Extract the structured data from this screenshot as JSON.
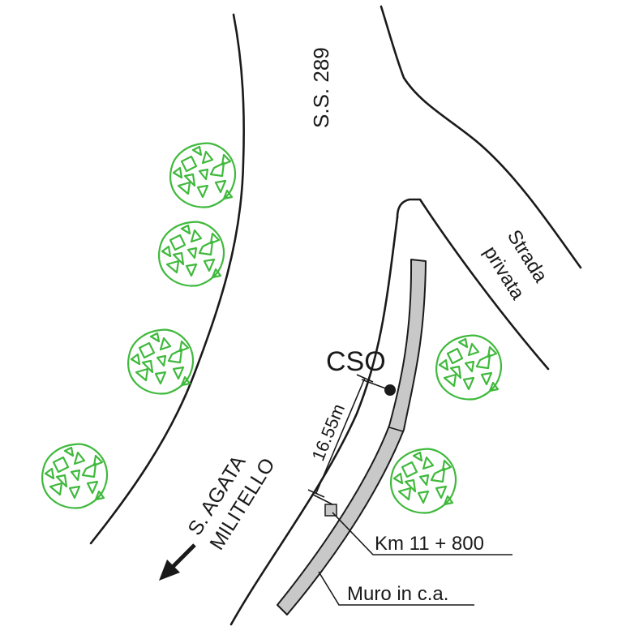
{
  "map": {
    "road_main_label": "S.S. 289",
    "road_private_label_line1": "Strada",
    "road_private_label_line2": "privata",
    "direction_label_line1": "S. AGATA",
    "direction_label_line2": "MILITELLO",
    "point_label": "CSO",
    "distance_label": "16.55m",
    "km_label": "Km 11 + 800",
    "wall_label": "Muro in c.a.",
    "colors": {
      "line": "#1a1a1a",
      "tree": "#3fb93c",
      "wall_fill": "#c8c8c8"
    },
    "tree_count": 6
  }
}
